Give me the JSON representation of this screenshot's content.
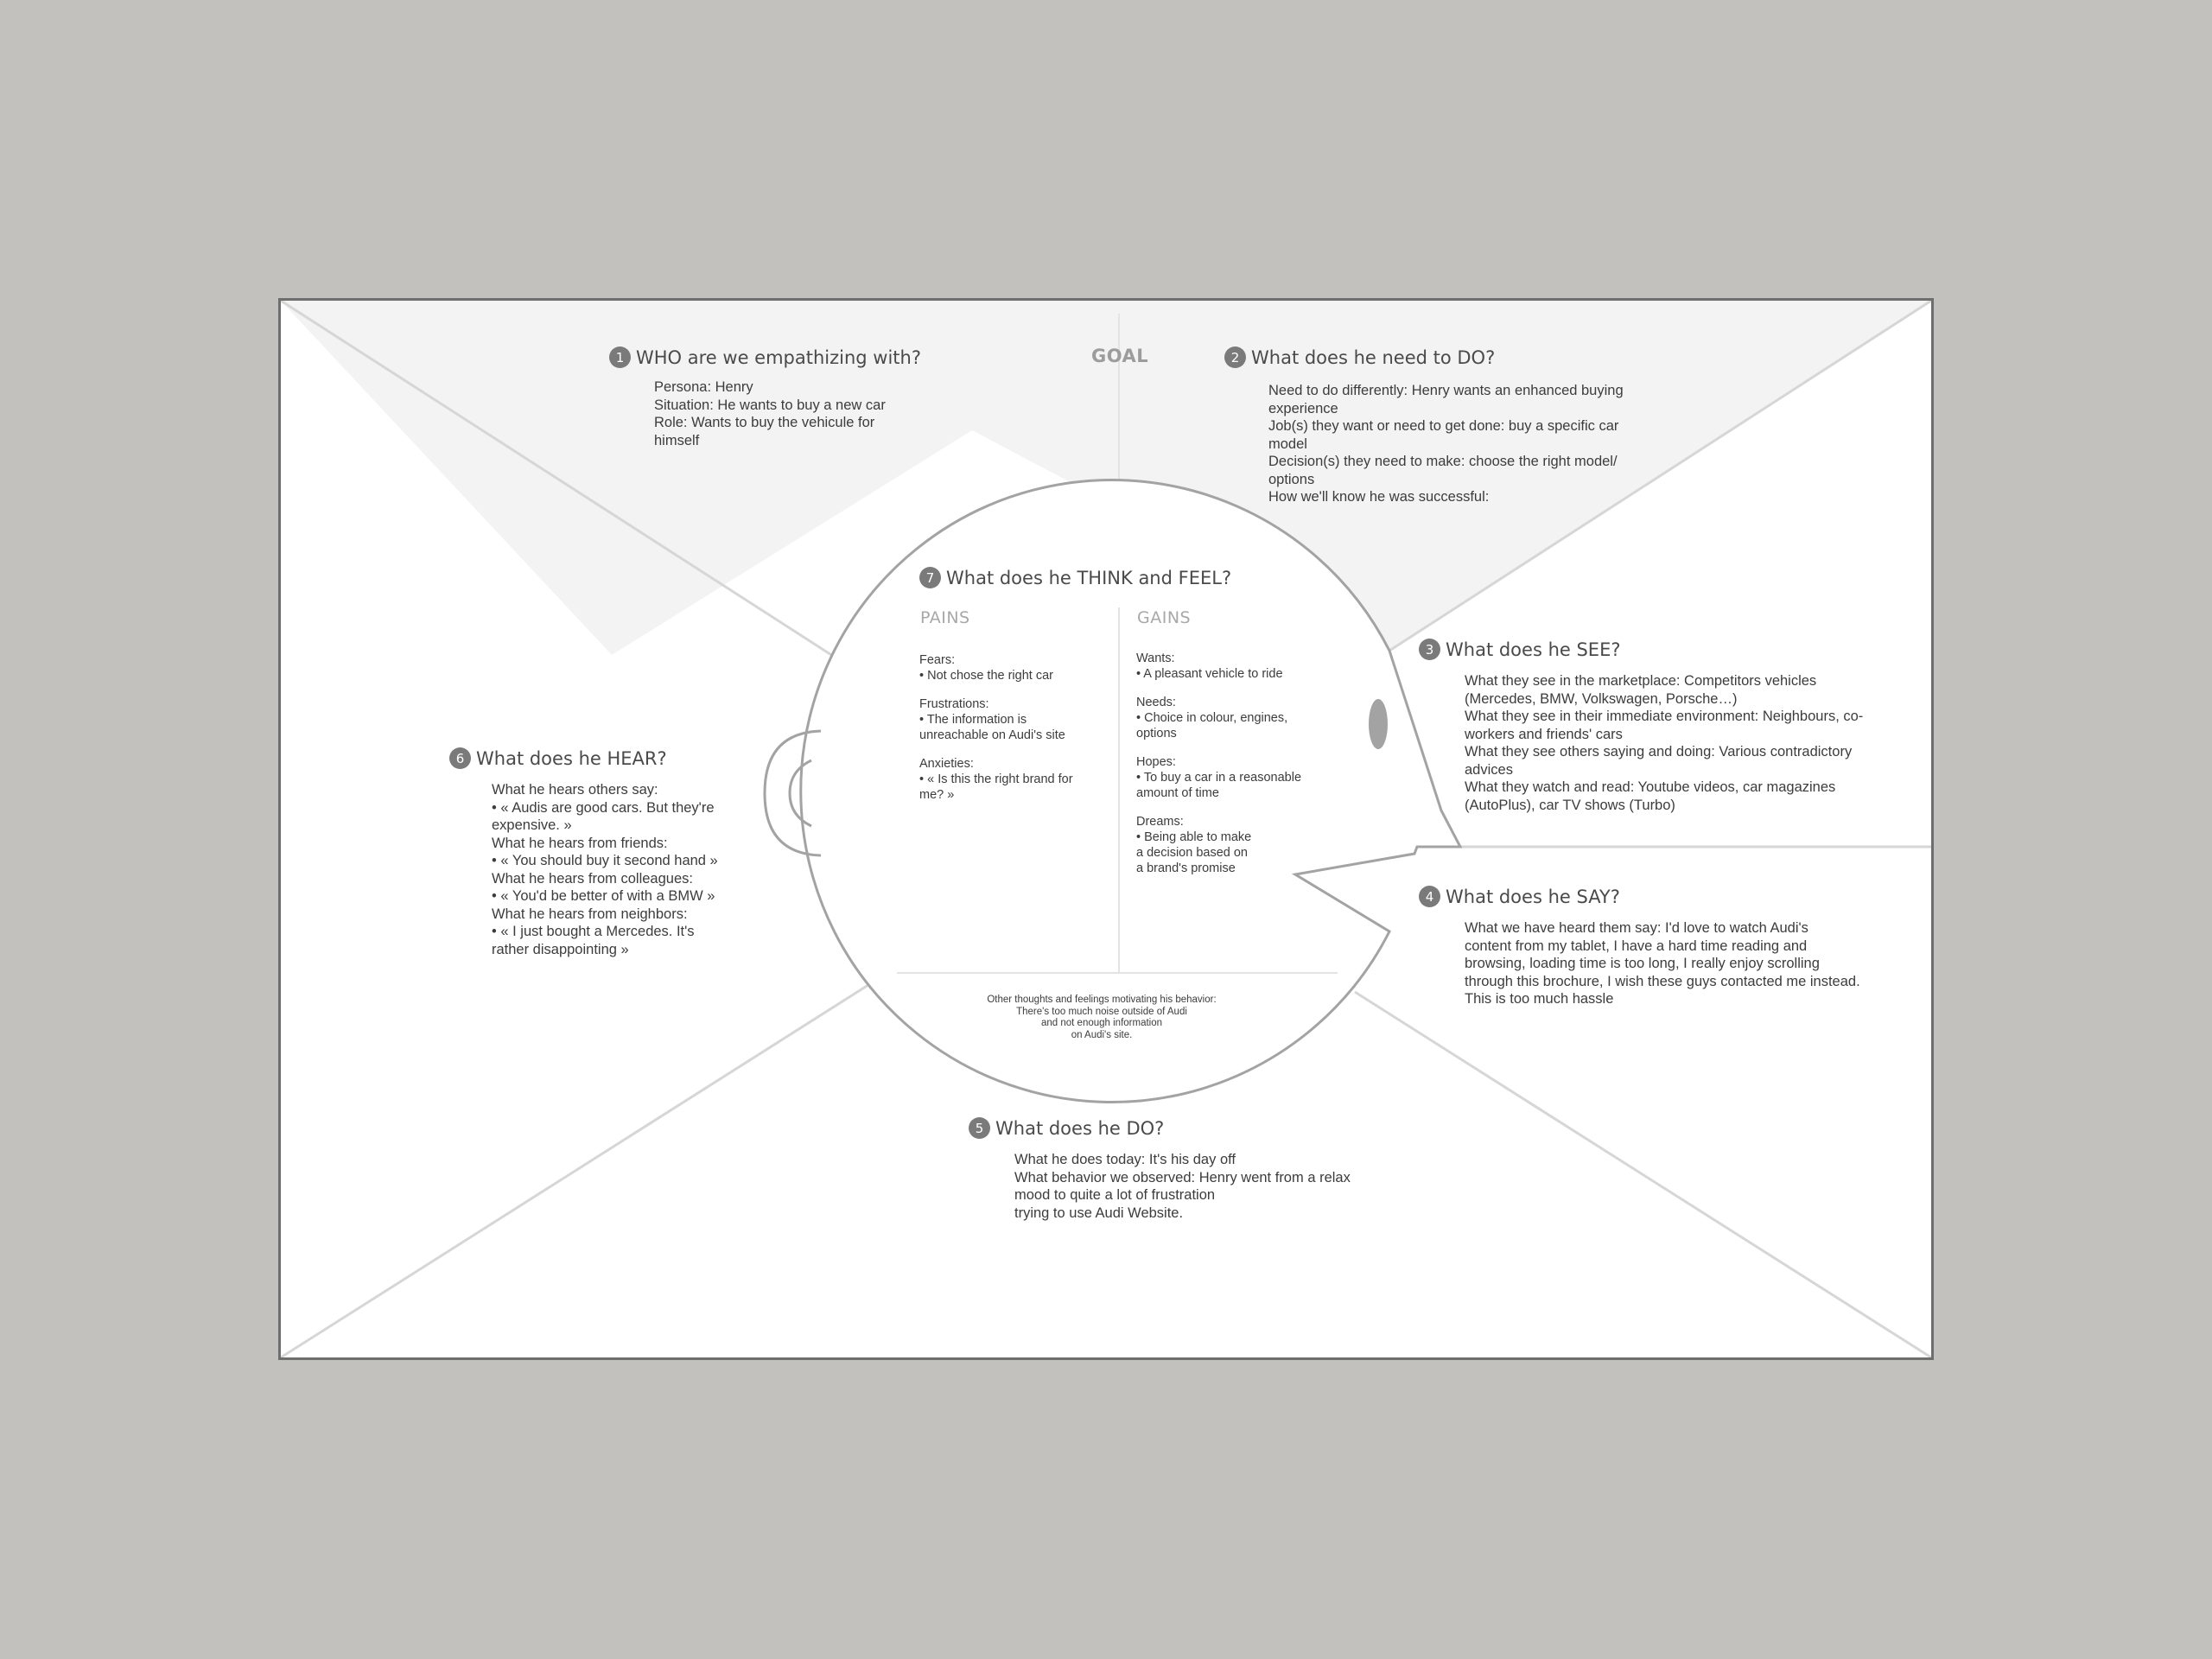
{
  "goal_label": "GOAL",
  "sections": {
    "who": {
      "number": "1",
      "title": "WHO are we empathizing with?",
      "lines": [
        "Persona: Henry",
        "Situation: He wants to buy a new car",
        "Role: Wants to buy the vehicule for",
        "himself"
      ]
    },
    "need_to_do": {
      "number": "2",
      "title": "What does he need to DO?",
      "lines": [
        "Need to do differently: Henry wants an enhanced buying",
        "experience",
        "Job(s) they want or need to get done: buy a specific car",
        "model",
        "Decision(s) they need to make: choose the right model/",
        "options",
        "How we'll know he was successful:"
      ]
    },
    "see": {
      "number": "3",
      "title": "What does he SEE?",
      "lines": [
        "What they see in the marketplace: Competitors vehicles",
        "(Mercedes, BMW, Volkswagen, Porsche…)",
        "What they see in their immediate environment: Neighbours, co-",
        "workers and friends' cars",
        "What they see others saying and doing: Various contradictory",
        "advices",
        "What they watch and read: Youtube videos, car magazines",
        "(AutoPlus), car TV shows (Turbo)"
      ]
    },
    "say": {
      "number": "4",
      "title": "What does he SAY?",
      "lines": [
        "What we have heard them say:  I'd love to watch Audi's",
        "content from my tablet, I have a hard time reading and",
        "browsing, loading time is too long, I really enjoy scrolling",
        "through this brochure, I wish these guys contacted me instead.",
        "This is too much hassle"
      ]
    },
    "do": {
      "number": "5",
      "title": "What does he DO?",
      "lines": [
        "What he does today: It's his day off",
        "What behavior we observed: Henry went from a relax",
        "mood to quite a lot of frustration",
        "trying to use Audi Website."
      ]
    },
    "hear": {
      "number": "6",
      "title": "What does he HEAR?",
      "groups": [
        {
          "label": "What he hears others say:",
          "lines": [
            "• « Audis are good cars. But they're",
            "expensive. »"
          ]
        },
        {
          "label": "What he hears from friends:",
          "lines": [
            "• « You should buy it second hand »"
          ]
        },
        {
          "label": "What he hears from colleagues:",
          "lines": [
            "• « You'd be better of with a BMW »"
          ]
        },
        {
          "label": "What he hears from neighbors:",
          "lines": [
            "• « I just bought a Mercedes. It's",
            "rather disappointing »"
          ]
        }
      ]
    },
    "think_feel": {
      "number": "7",
      "title": "What does he THINK and FEEL?",
      "pains_label": "PAINS",
      "gains_label": "GAINS",
      "pains": [
        {
          "label": "Fears:",
          "lines": [
            "• Not chose the right car"
          ]
        },
        {
          "label": "Frustrations:",
          "lines": [
            "•  The information is",
            "unreachable on Audi's site"
          ]
        },
        {
          "label": "Anxieties:",
          "lines": [
            "• « Is this the right brand for",
            "me? »"
          ]
        }
      ],
      "gains": [
        {
          "label": "Wants:",
          "lines": [
            "• A pleasant vehicle to ride"
          ]
        },
        {
          "label": "Needs:",
          "lines": [
            "• Choice in colour, engines,",
            "options"
          ]
        },
        {
          "label": "Hopes:",
          "lines": [
            "• To buy a car in a reasonable",
            "amount of time"
          ]
        },
        {
          "label": "Dreams:",
          "lines": [
            "• Being able to make",
            "a decision based on",
            "a brand's promise"
          ]
        }
      ],
      "other_thoughts": [
        "Other thoughts and feelings motivating his behavior:",
        "There's too much noise outside of Audi",
        "and not enough information",
        "on Audi's site."
      ]
    }
  },
  "colors": {
    "page_background": "#c2c1bd",
    "board_background": "#ffffff",
    "goal_area": "#f3f3f3",
    "lines": "#d6d6d6",
    "head_outline": "#a3a3a3",
    "number_badge": "#7a7a7a"
  }
}
